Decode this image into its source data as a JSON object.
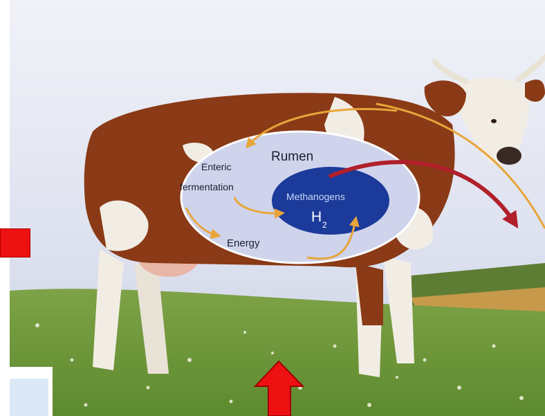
{
  "diagram": {
    "rumen_label": "Rumen",
    "enteric_line1": "Enteric",
    "enteric_line2": "fermentation",
    "methanogens_label": "Methanogens",
    "h2_label": "H",
    "h2_subscript": "2",
    "energy_label": "Energy"
  },
  "colors": {
    "sky_top": "#e9ecf6",
    "sky_bottom": "#c9d0e6",
    "grass": "#6f9a3a",
    "cow_brown": "#8a3a16",
    "cow_white": "#f2ede4",
    "rumen_oval": "#cfd4ec",
    "methanogens_oval": "#1b3a9a",
    "cycle_arrow": "#e8a53a",
    "methane_arrow": "#b0202a",
    "pointer_arrow": "#ee1111",
    "caption_box": "#dbe9f7"
  },
  "icons": {
    "pointer": "red-up-arrow-icon",
    "marker": "red-rectangle-marker"
  }
}
